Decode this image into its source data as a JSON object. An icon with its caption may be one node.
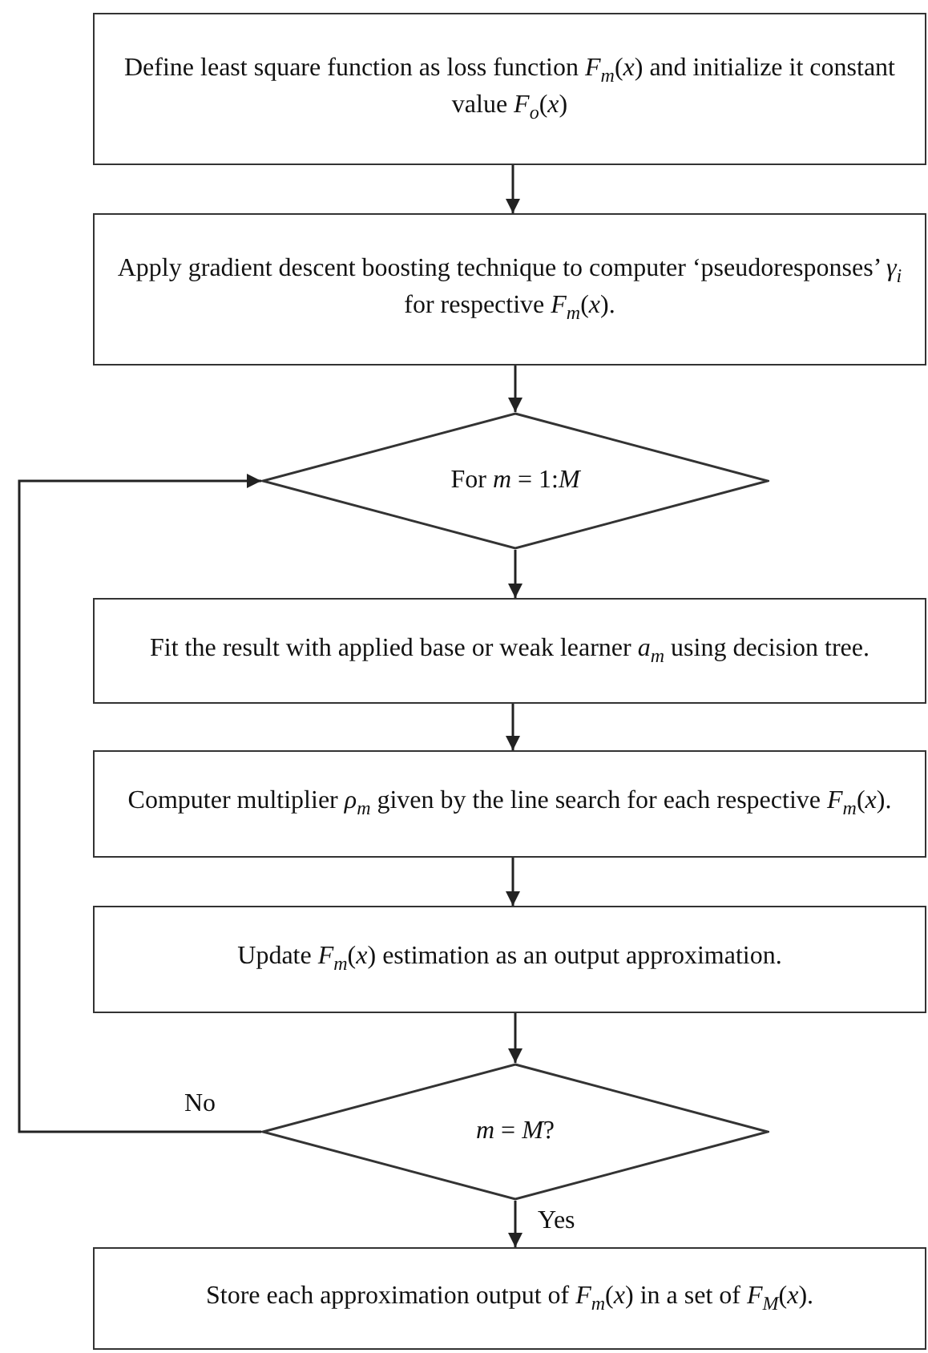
{
  "diagram": {
    "nodes": [
      {
        "text": [
          "Define least square function as loss function *F*$_{m}$(*x*) and initialize it constant value *F*$_{o}$(*x*)"
        ]
      },
      {
        "text": [
          "Apply gradient descent boosting technique to computer ‘pseudoresponses’ *γ*$_{i}$ for respective *F*$_{m}$(*x*)."
        ]
      },
      {
        "text": [
          "For *m* = 1:*M*"
        ]
      },
      {
        "text": [
          "Fit the result with applied base or weak learner *a*$_{m}$ using decision tree."
        ]
      },
      {
        "text": [
          "Computer multiplier *ρ*$_{m}$ given by the line search for each respective *F*$_{m}$(*x*)."
        ]
      },
      {
        "text": [
          "Update *F*$_{m}$(*x*) estimation as an output approximation."
        ]
      },
      {
        "text": [
          "*m* = *M*?"
        ]
      },
      {
        "text": [
          "Store each approximation output of *F*$_{m}$(*x*) in a set of *F*$_{M}$(*x*)."
        ]
      }
    ],
    "edges": [
      {
        "from": 0,
        "to": 1,
        "arrow": "to"
      },
      {
        "from": 1,
        "to": 2,
        "arrow": "to"
      },
      {
        "from": 2,
        "to": 3,
        "arrow": "to"
      },
      {
        "from": 3,
        "to": 4,
        "arrow": "to"
      },
      {
        "from": 4,
        "to": 5,
        "arrow": "to"
      },
      {
        "from": 5,
        "to": 6,
        "arrow": "to"
      },
      {
        "from": 6,
        "to": 7,
        "arrow": "to",
        "label": "Yes"
      },
      {
        "from": 6,
        "to": 2,
        "arrow": "to",
        "label": "No"
      }
    ]
  }
}
